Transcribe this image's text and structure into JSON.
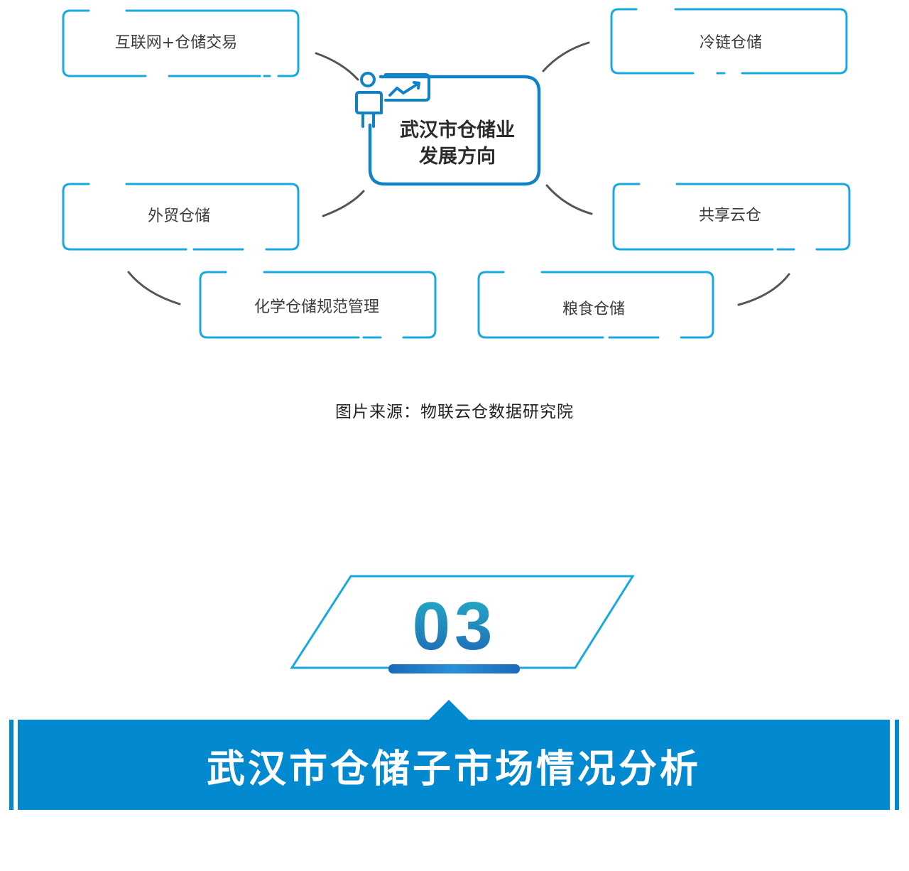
{
  "diagram": {
    "center": {
      "line1": "武汉市仓储业",
      "line2": "发展方向"
    },
    "nodes": [
      {
        "id": "internet-warehouse-trading",
        "label": "互联网+仓储交易"
      },
      {
        "id": "cold-chain-warehouse",
        "label": "冷链仓储"
      },
      {
        "id": "foreign-trade-warehouse",
        "label": "外贸仓储"
      },
      {
        "id": "shared-cloud-warehouse",
        "label": "共享云仓"
      },
      {
        "id": "chemical-warehouse-regulation",
        "label": "化学仓储规范管理"
      },
      {
        "id": "grain-warehouse",
        "label": "粮食仓储"
      }
    ],
    "source": "图片来源：物联云仓数据研究院",
    "colors": {
      "box_stroke": "#1aa8e0",
      "center_stroke": "#1182c8",
      "connector": "#555555"
    },
    "icons": {
      "center": "person-presentation-chart-icon"
    }
  },
  "section": {
    "number": "03",
    "title": "武汉市仓储子市场情况分析",
    "colors": {
      "banner": "#0289cf",
      "number_top": "#23b3c5",
      "number_bottom": "#1f63b5",
      "frame": "#1aa8e0"
    }
  }
}
